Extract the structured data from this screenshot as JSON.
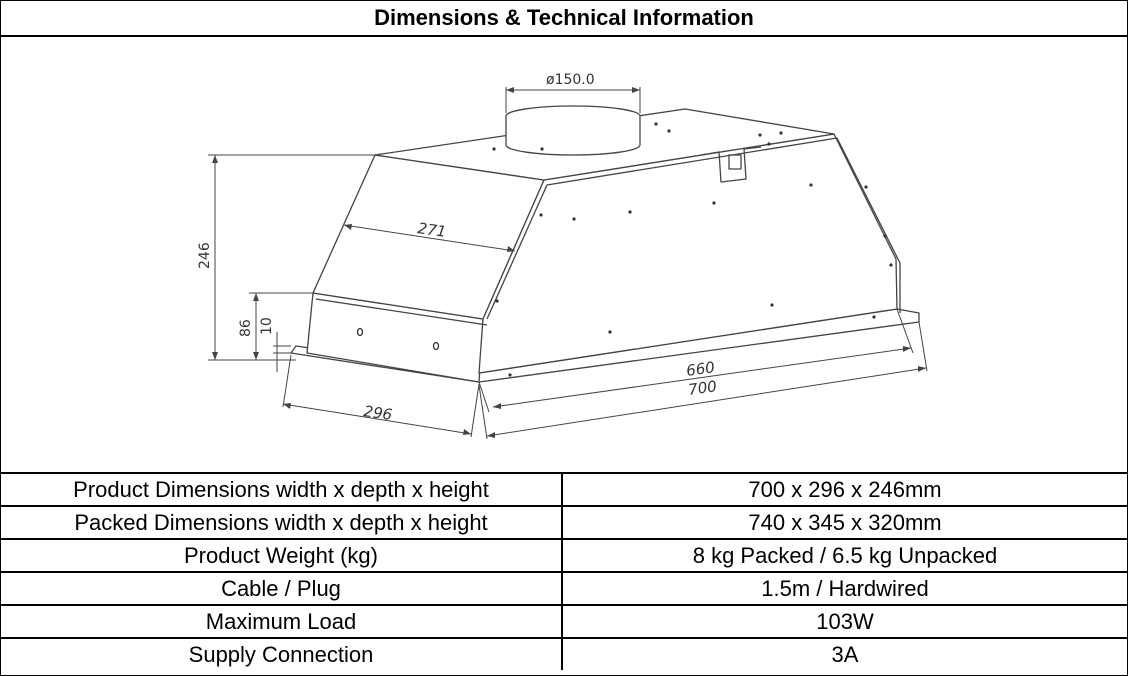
{
  "header": {
    "title": "Dimensions & Technical Information"
  },
  "drawing": {
    "duct_diameter": "ø150.0",
    "dim_height_total": "246",
    "dim_height_front": "86",
    "dim_height_lip": "10",
    "dim_depth_top": "271",
    "dim_depth_base": "296",
    "dim_width_inner": "660",
    "dim_width_outer": "700"
  },
  "specs": [
    {
      "label": "Product Dimensions  width x depth x height",
      "value": "700 x 296 x 246mm"
    },
    {
      "label": "Packed Dimensions width x depth x height",
      "value": "740 x 345 x 320mm"
    },
    {
      "label": "Product Weight (kg)",
      "value": "8 kg Packed / 6.5 kg Unpacked"
    },
    {
      "label": "Cable / Plug",
      "value": "1.5m / Hardwired"
    },
    {
      "label": "Maximum Load",
      "value": "103W"
    },
    {
      "label": "Supply Connection",
      "value": "3A"
    }
  ]
}
